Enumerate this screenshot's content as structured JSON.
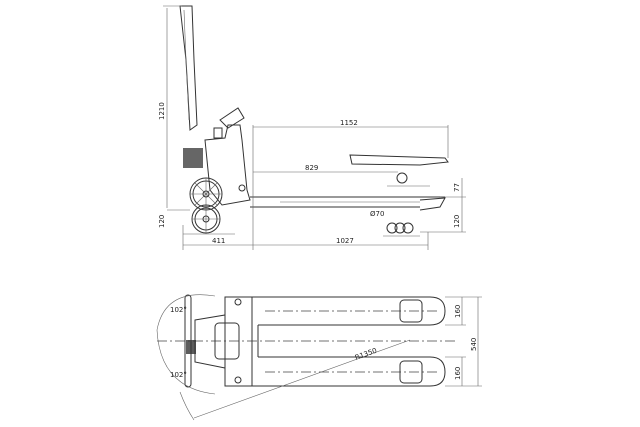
{
  "drawing": {
    "side_view": {
      "dimensions": {
        "total_height": "1210",
        "fork_length": "1152",
        "inner_length": "829",
        "lift_height": "77",
        "wheel_height_right": "120",
        "wheel_height_left": "120",
        "roller_diameter": "Ø70",
        "handle_offset": "411",
        "wheelbase": "1027"
      }
    },
    "top_view": {
      "dimensions": {
        "steer_angle_top": "102°",
        "steer_angle_bottom": "102°",
        "turning_radius": "R1350",
        "fork_width_top": "160",
        "fork_width_bottom": "160",
        "overall_width": "540"
      }
    }
  }
}
